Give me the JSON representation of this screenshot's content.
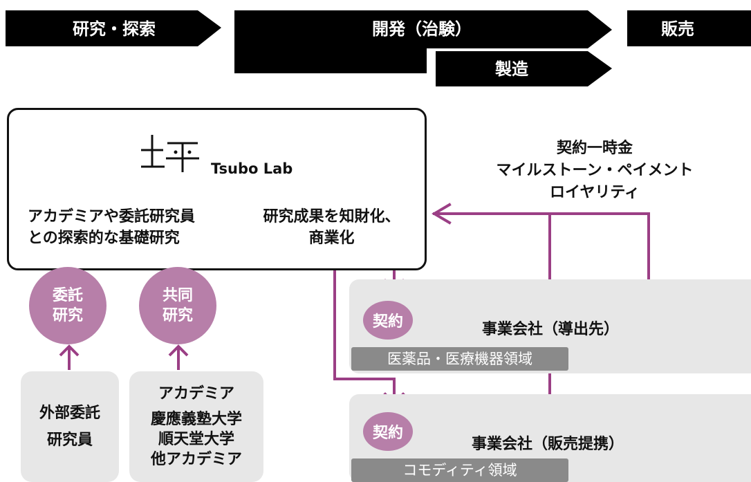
{
  "stages": {
    "research": "研究・探索",
    "development": "開発（治験）",
    "sales": "販売",
    "manufacturing": "製造"
  },
  "company": {
    "logo_text": "Tsubo Lab",
    "left_text": [
      "アカデミアや委託研究員",
      "との探索的な基礎研究"
    ],
    "right_text": [
      "研究成果を知財化、",
      "商業化"
    ]
  },
  "circles": {
    "contract_research": [
      "委託",
      "研究"
    ],
    "joint_research": [
      "共同",
      "研究"
    ]
  },
  "sources": {
    "external": [
      "外部委託",
      "研究員"
    ],
    "academia": [
      "アカデミア",
      "慶應義塾大学",
      "順天堂大学",
      "他アカデミア"
    ]
  },
  "payments": [
    "契約一時金",
    "マイルストーン・ペイメント",
    "ロイヤリティ"
  ],
  "partners": [
    {
      "contract": "契約",
      "name": "事業会社（導出先）",
      "domain": "医薬品・医療機器領域"
    },
    {
      "contract": "契約",
      "name": "事業会社（販売提携）",
      "domain": "コモディティ領域"
    }
  ],
  "colors": {
    "accent": "#b77fa9",
    "black": "#000000",
    "gray_panel": "#e7e7e7",
    "gray_label": "#8a8a8a"
  }
}
